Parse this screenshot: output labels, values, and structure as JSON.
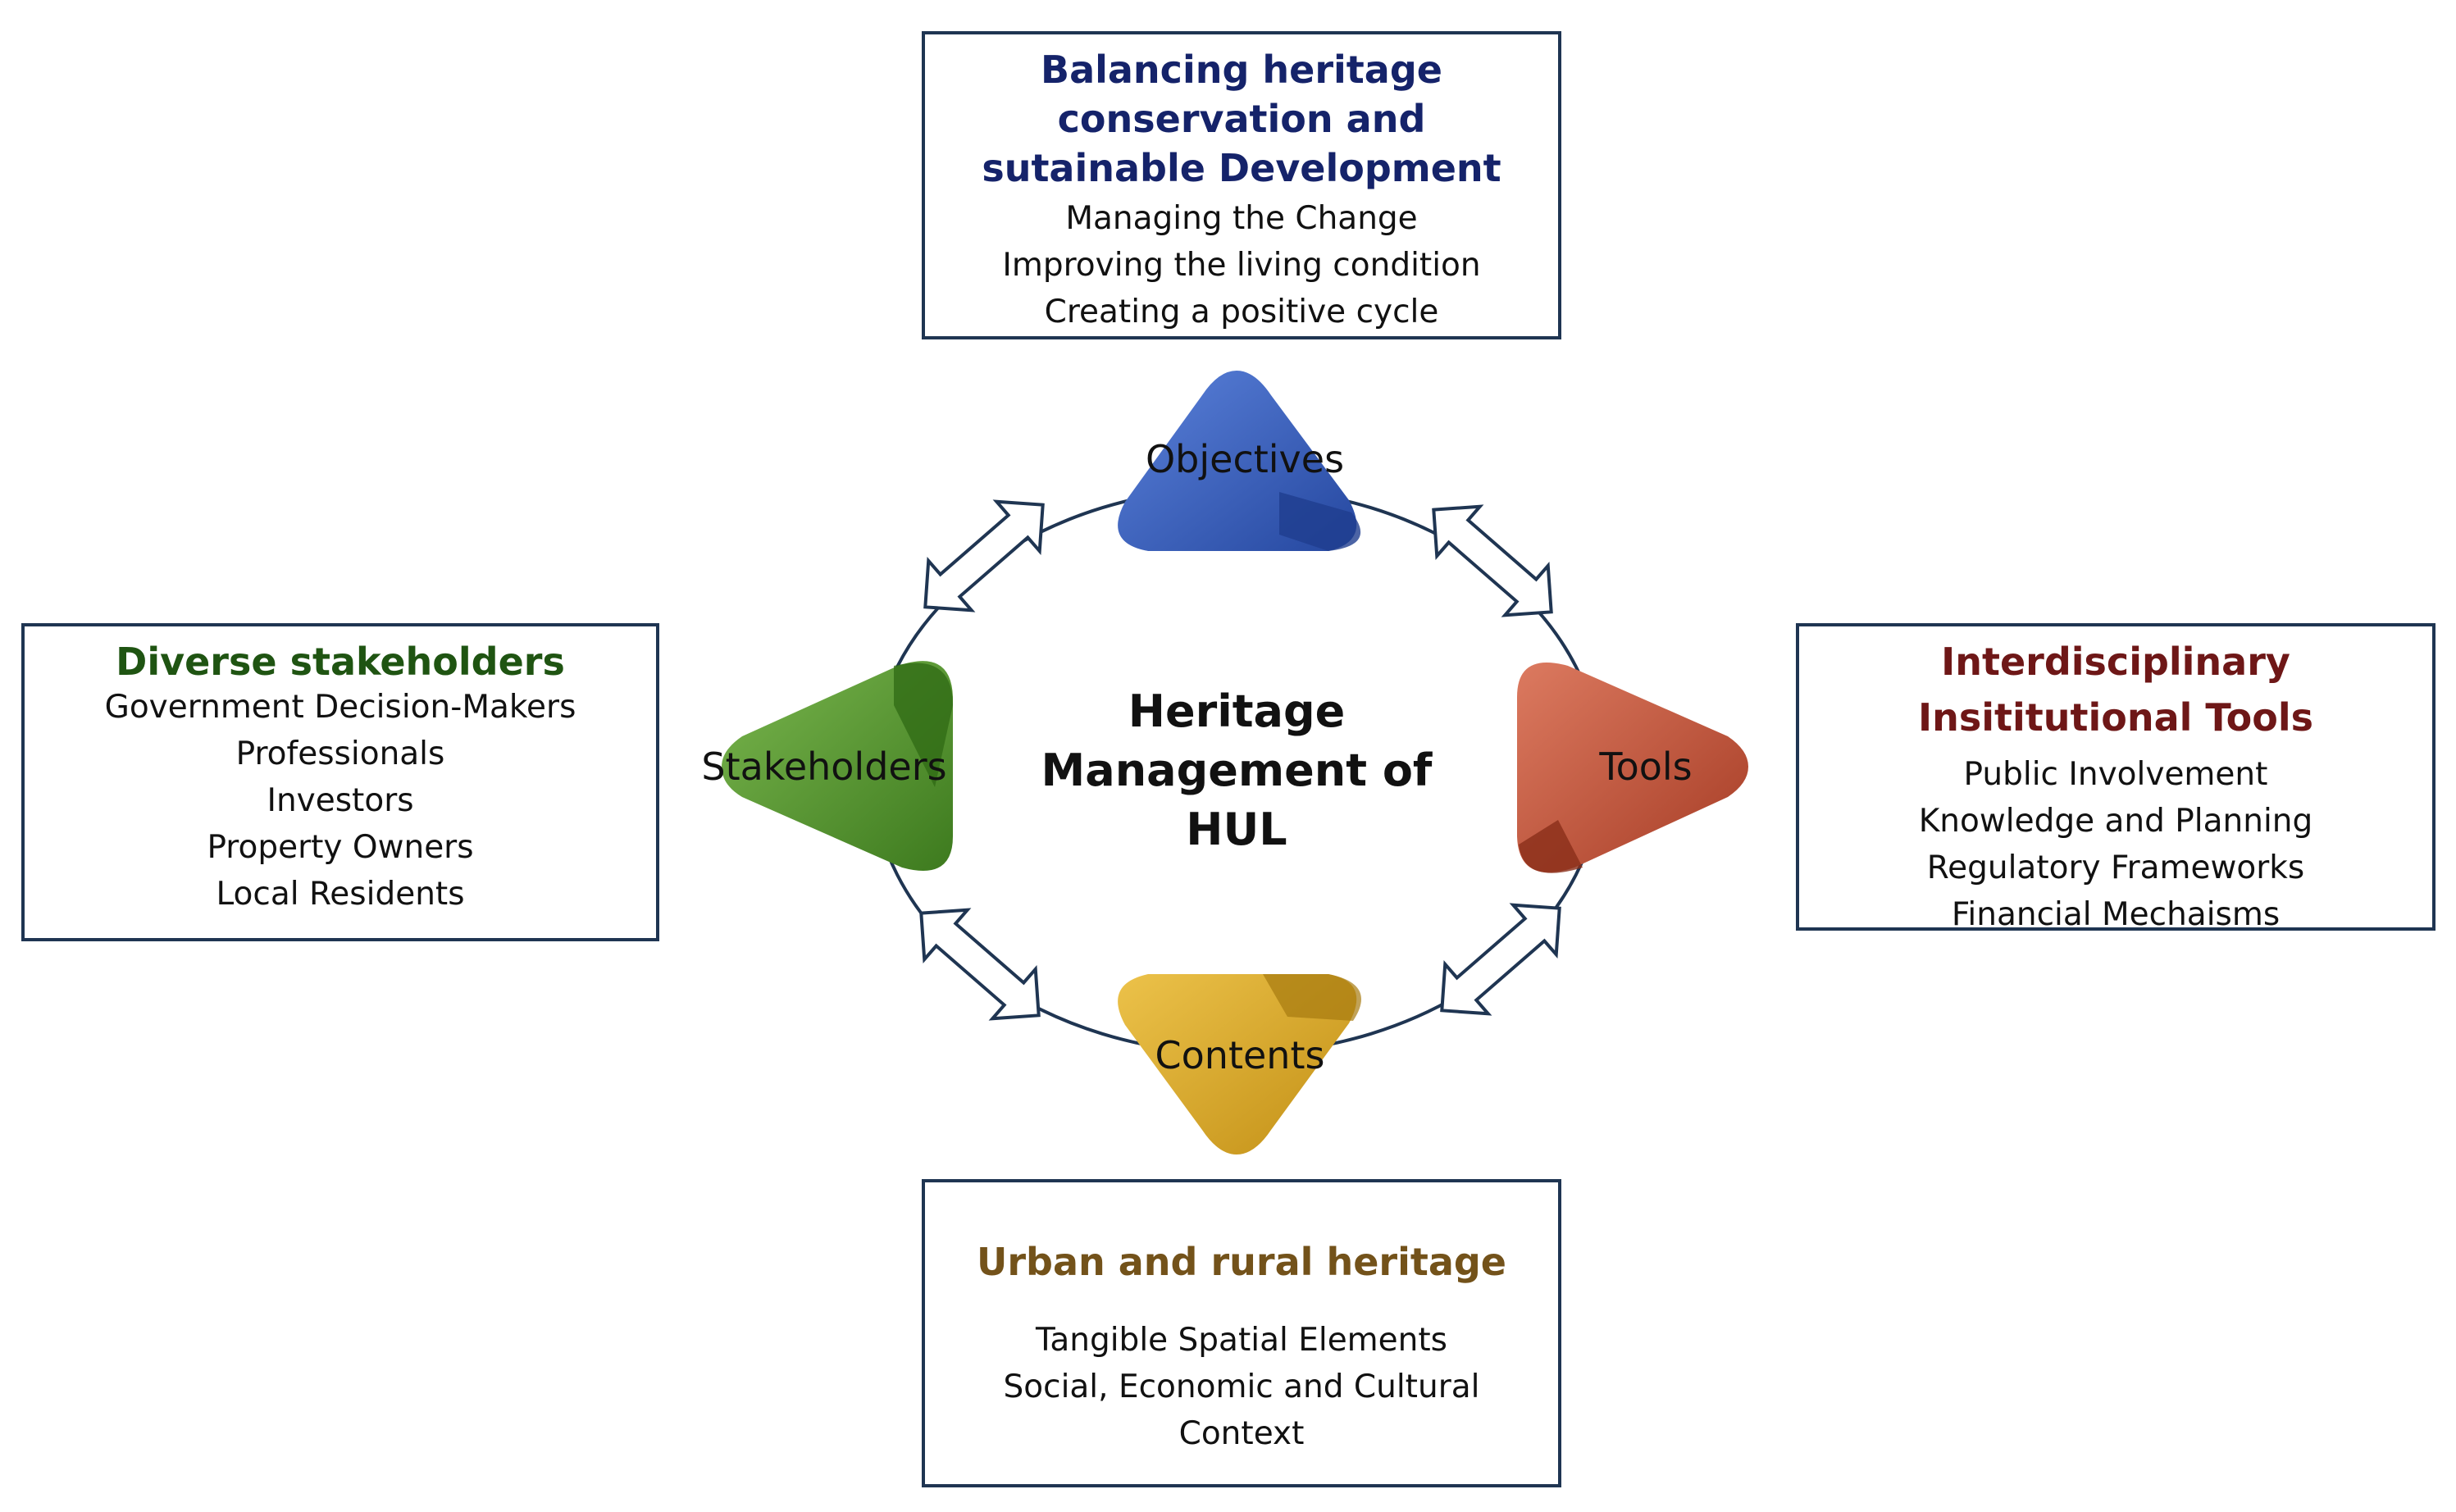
{
  "center": {
    "lines": [
      "Heritage",
      "Management of",
      "HUL"
    ]
  },
  "nodes": {
    "objectives": {
      "label": "Objectives",
      "color": "#3f63c2"
    },
    "stakeholders": {
      "label": "Stakeholders",
      "color": "#5e9a35"
    },
    "tools": {
      "label": "Tools",
      "color": "#c4583d"
    },
    "contents": {
      "label": "Contents",
      "color": "#d8a92b"
    }
  },
  "boxes": {
    "objectives": {
      "title_lines": [
        "Balancing heritage",
        "conservation and",
        "sutainable Development"
      ],
      "items": [
        "Managing the Change",
        "Improving the living condition",
        "Creating a positive cycle"
      ]
    },
    "stakeholders": {
      "title_lines": [
        "Diverse stakeholders"
      ],
      "items": [
        "Government Decision-Makers",
        "Professionals",
        "Investors",
        "Property Owners",
        "Local Residents"
      ]
    },
    "tools": {
      "title_lines": [
        "Interdisciplinary",
        "Insititutional Tools"
      ],
      "items": [
        "Public Involvement",
        "Knowledge and Planning",
        "Regulatory Frameworks",
        "Financial Mechaisms"
      ]
    },
    "contents": {
      "title_lines": [
        "Urban and rural heritage"
      ],
      "items": [
        "Tangible Spatial Elements",
        "Social, Economic and Cultural",
        "Context"
      ]
    }
  }
}
